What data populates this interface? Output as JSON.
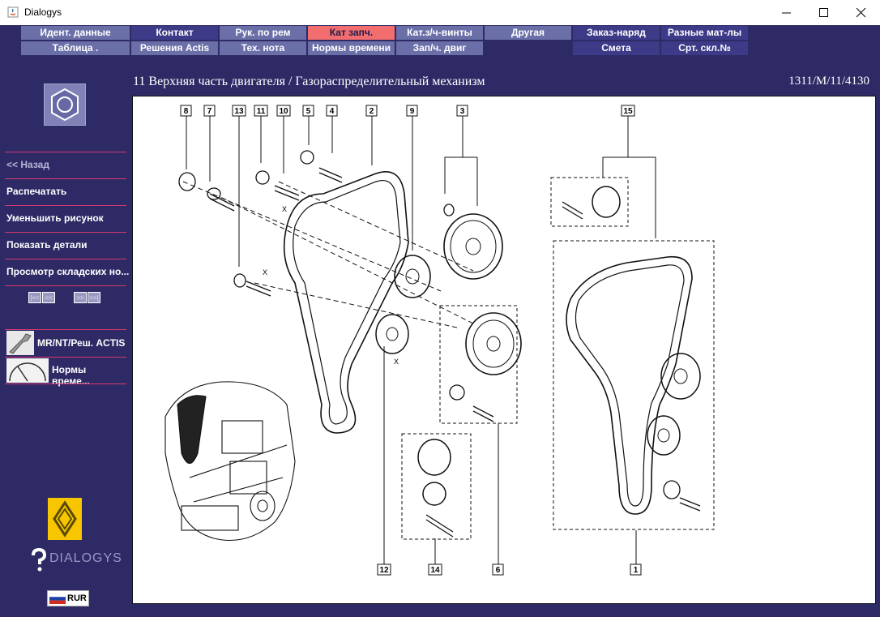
{
  "window": {
    "title": "Dialogys"
  },
  "nav": {
    "row1": [
      "Идент. данные",
      "Контакт",
      "Рук. по рем",
      "Кат запч.",
      "Кат.з/ч-винты",
      "Другая",
      "Заказ-наряд",
      "Разные мат-лы"
    ],
    "row2": [
      "Таблица .",
      "Решения Actis",
      "Тех. нота",
      "Нормы времени",
      "Зап/ч. двиг",
      "",
      "Смета",
      "Срт. скл.№"
    ]
  },
  "page": {
    "title": "11 Верхняя часть двигателя / Газораспределительный механизм",
    "code": "1311/M/11/4130"
  },
  "sidebar": {
    "back": "<< Назад",
    "print": "Распечатать",
    "shrink": "Уменьшить рисунок",
    "details": "Показать детали",
    "stock": "Просмотр складских но...",
    "pager": [
      "|<<",
      "<<",
      ">>",
      ">>|"
    ],
    "tools": [
      "MR/NT/Реш. ACTIS",
      "Нормы време..."
    ],
    "brand": "DIALOGYS",
    "locale": "RUR"
  },
  "diagram": {
    "callouts": [
      "8",
      "7",
      "13",
      "11",
      "10",
      "5",
      "4",
      "2",
      "9",
      "3",
      "15",
      "12",
      "14",
      "6",
      "1"
    ],
    "dim_label": "X"
  },
  "colors": {
    "background": "#2e2a66",
    "nav_light": "#6b6fa8",
    "nav_dark": "#3d3a87",
    "nav_active": "#f26d6d",
    "separator": "#d6396f"
  }
}
